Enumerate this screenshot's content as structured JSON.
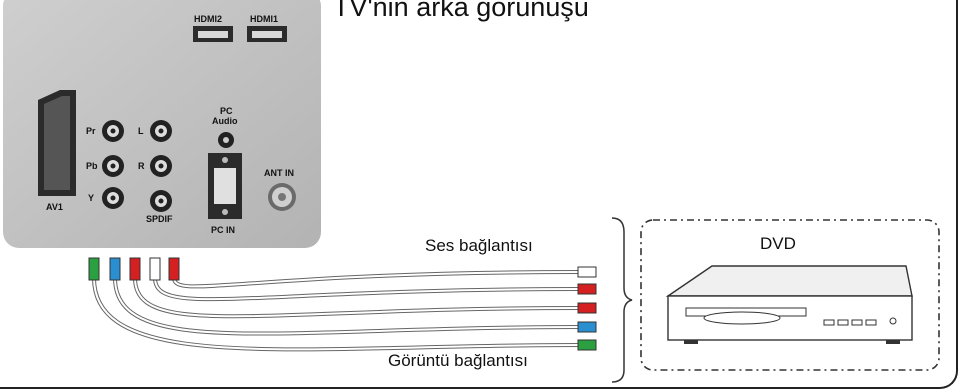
{
  "title": "TV'nin arka görünüşü",
  "panel_labels": {
    "hdmi2": "HDMI2",
    "hdmi1": "HDMI1",
    "pc_audio_1": "PC",
    "pc_audio_2": "Audio",
    "pr": "Pr",
    "pb": "Pb",
    "y": "Y",
    "l": "L",
    "r": "R",
    "spdif": "SPDIF",
    "pc_in": "PC IN",
    "ant_in": "ANT IN",
    "av1": "AV1"
  },
  "captions": {
    "audio": "Ses bağlantısı",
    "video": "Görüntü bağlantısı",
    "dvd": "DVD"
  },
  "cables": {
    "top_to_bottom_colors": [
      "#ffffff",
      "#d42020",
      "#d42020",
      "#2a8fd0",
      "#2aa040"
    ],
    "tv_end_colors": [
      "#2aa040",
      "#2a8fd0",
      "#d42020",
      "#ffffff",
      "#d42020"
    ]
  },
  "colors": {
    "panel": "#bdbdbd",
    "panel_shadow": "#8a8a8a",
    "connector_dark": "#222222"
  }
}
